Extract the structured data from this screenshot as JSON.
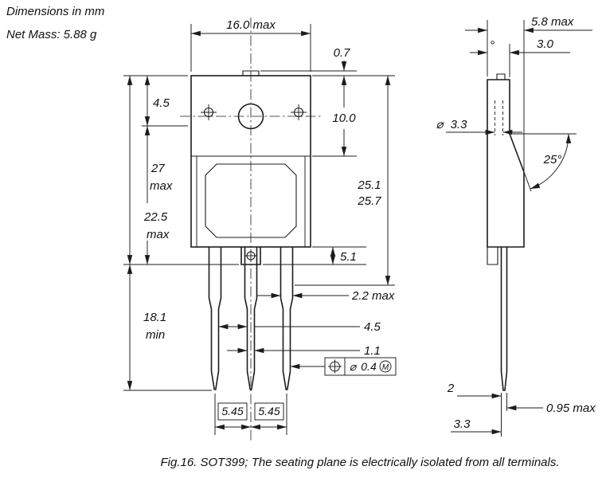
{
  "notes": {
    "units": "Dimensions in mm",
    "mass": "Net Mass: 5.88 g"
  },
  "figure_caption": "Fig.16.  SOT399; The seating plane is electrically isolated from all terminals.",
  "front_view": {
    "overall_width": "16.0 max",
    "notch_height": "0.7",
    "hole_offset": "10.0",
    "flange_height": "4.5",
    "overall_height": "27",
    "overall_height_qualifier": "max",
    "body_height": "22.5",
    "body_height_qualifier": "max",
    "lead_reach_min": "25.1",
    "lead_reach_max": "25.7",
    "boss_height": "5.1",
    "lead_length": "18.1",
    "lead_length_qualifier": "min",
    "lead_width_wide": "2.2 max",
    "lead_gap": "4.5",
    "lead_width_narrow": "1.1",
    "pitch_left": "5.45",
    "pitch_right": "5.45",
    "tolerance": {
      "diameter_symbol": "⌀",
      "value": "0.4",
      "modifier": "M"
    }
  },
  "side_view": {
    "overall_thickness": "5.8 max",
    "flange_thickness": "3.0",
    "degree_mark": "°",
    "hole_diameter_symbol": "⌀",
    "hole_diameter": "3.3",
    "bend_angle": "25°",
    "lead_thickness": "2",
    "tip_thickness": "0.95 max",
    "tip_length": "3.3"
  }
}
